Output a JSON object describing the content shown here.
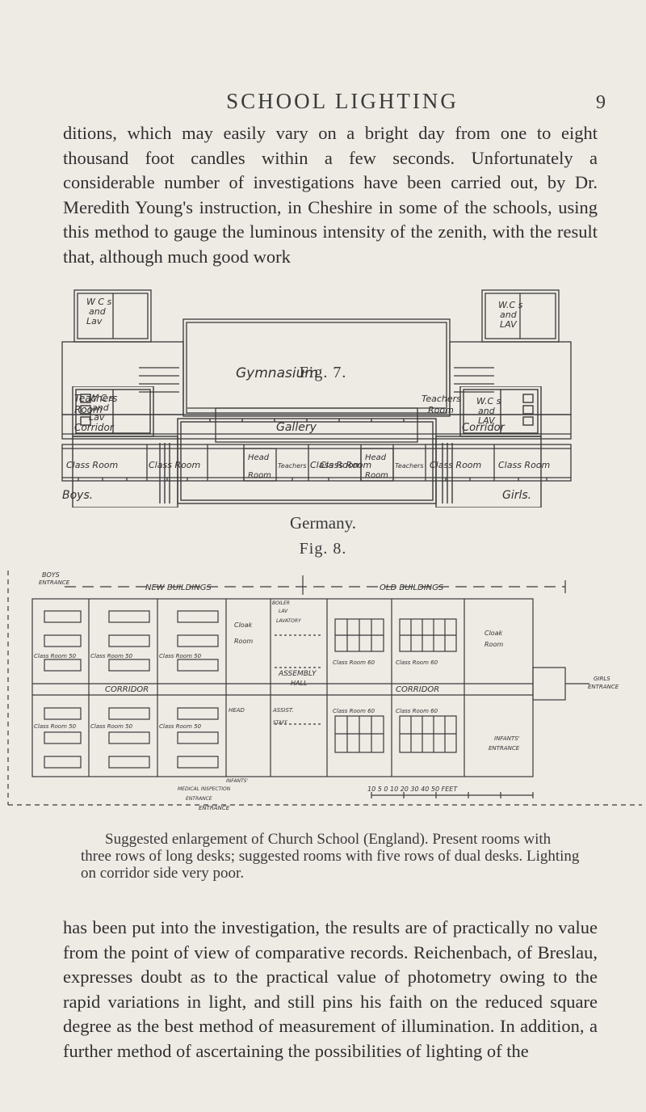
{
  "header": {
    "running_title": "SCHOOL LIGHTING",
    "page_number": "9"
  },
  "paragraph_1": "ditions, which may easily vary on a bright day from one to eight thousand foot candles within a few seconds. Unfortunately a considerable number of investigations have been carried out, by Dr. Meredith Young's instruction, in Cheshire in some of the schools, using this method to gauge the luminous intensity of the zenith, with the result that, although much good work",
  "figure_7": {
    "label": "Fig. 7.",
    "country": "Germany.",
    "labels": {
      "wc_left": "W C s",
      "and_left": "and",
      "lav_left": "Lav",
      "wc_right": "W.C s",
      "and_right": "and",
      "lav_right": "LAV",
      "gymnasium": "Gymnasium",
      "teachers_left": "Teachers",
      "room_left": "Room",
      "teachers_right": "Teachers",
      "room_right": "Room",
      "corridor_left": "Corridor",
      "gallery": "Gallery",
      "corridor_right": "Corridor",
      "class_room_1": "Class Room",
      "class_room_2": "Class Room",
      "head_1": "Head",
      "room_head_1": "Room",
      "teachers_small_1": "Teachers",
      "class_room_3": "Class Room",
      "class_room_4": "Class Room",
      "head_2": "Head",
      "room_head_2": "Room",
      "teachers_small_2": "Teachers",
      "class_room_5": "Class Room",
      "class_room_6": "Class Room",
      "boys": "Boys.",
      "girls": "Girls."
    }
  },
  "figure_8": {
    "label": "Fig. 8.",
    "labels": {
      "boys_entrance_1": "BOYS",
      "boys_entrance_2": "ENTRANCE",
      "new_buildings": "NEW BUILDINGS",
      "old_buildings": "OLD BUILDINGS",
      "boiler": "BOILER",
      "lav": "LAV",
      "lavatory": "LAVATORY",
      "cloak_room_1": "Cloak",
      "cloak_room_2": "Room",
      "cloak_right_1": "Cloak",
      "cloak_right_2": "Room",
      "class_room_50_a": "Class Room 50",
      "class_room_50_b": "Class Room 50",
      "class_room_50_c": "Class Room 50",
      "class_room_60_a": "Class Room 60",
      "class_room_60_b": "Class Room 60",
      "class_room_60_c": "Class Room 60",
      "class_room_60_d": "Class Room 60",
      "class_room_50_d": "Class Room 50",
      "class_room_50_e": "Class Room 50",
      "class_room_50_f": "Class Room 50",
      "assembly_hall_1": "ASSEMBLY",
      "assembly_hall_2": "HALL",
      "corridor_left": "CORRIDOR",
      "corridor_right": "CORRIDOR",
      "head_room": "HEAD",
      "assistant_room": "ASSIST.",
      "staff": "STAFF",
      "girls_entrance_1": "GIRLS",
      "girls_entrance_2": "ENTRANCE",
      "infants_entrance_1": "INFANTS'",
      "infants_entrance_2": "ENTRANCE",
      "infants_entrance_3": "INFANTS'",
      "infants_entrance_4": "ENTRANCE",
      "entrance_left": "ENTRANCE",
      "medical_inspection": "MEDICAL INSPECTION",
      "scale": "10  5  0    10    20    30    40    50 FEET"
    },
    "caption": "Suggested enlargement of Church School (England). Present rooms with three rows of long desks; suggested rooms with five rows of dual desks. Lighting on corridor side very poor."
  },
  "paragraph_2": "has been put into the investigation, the results are of practically no value from the point of view of comparative records. Reichenbach, of Breslau, expresses doubt as to the practical value of photometry owing to the rapid variations in light, and still pins his faith on the reduced square degree as the best method of measurement of illumination. In addition, a further method of ascertaining the possibilities of lighting of the"
}
